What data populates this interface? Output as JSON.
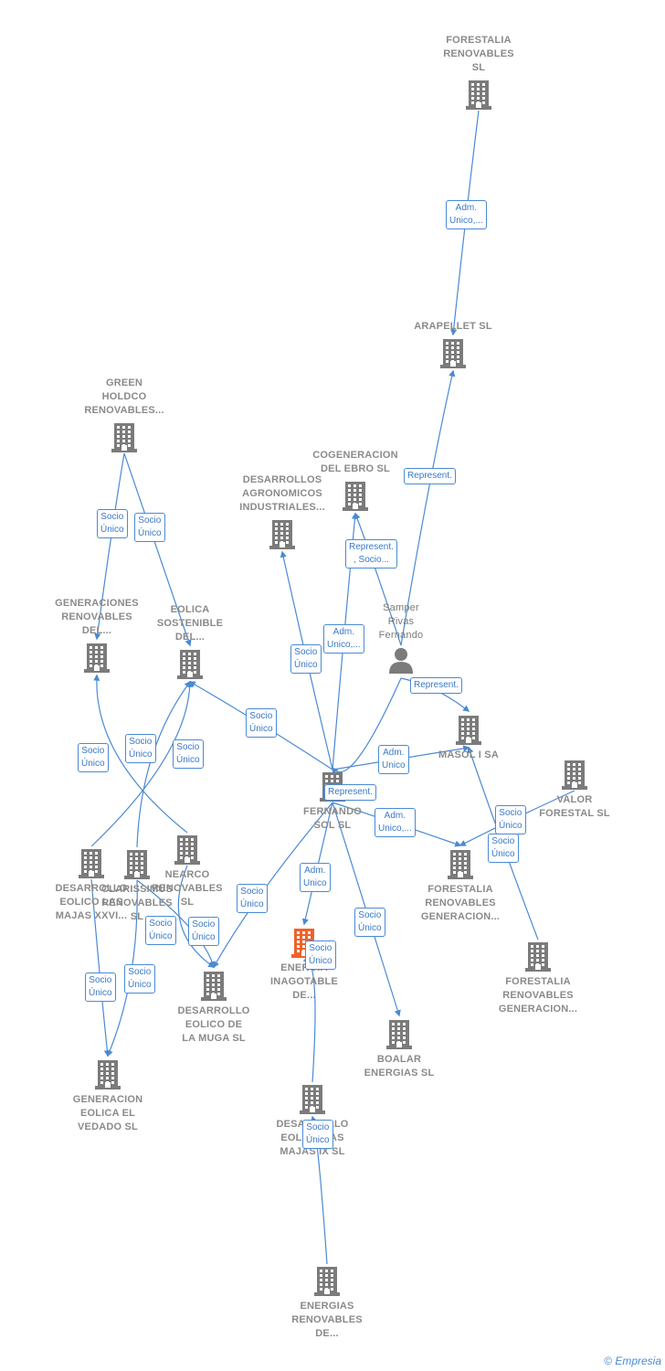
{
  "nodes": [
    {
      "id": "forestalia_renovables",
      "label": "FORESTALIA\nRENOVABLES\nSL",
      "type": "company"
    },
    {
      "id": "arapellet",
      "label": "ARAPELLET  SL",
      "type": "company"
    },
    {
      "id": "green_holdco",
      "label": "GREEN\nHOLDCO\nRENOVABLES...",
      "type": "company"
    },
    {
      "id": "cogeneracion_ebro",
      "label": "COGENERACION\nDEL EBRO  SL",
      "type": "company"
    },
    {
      "id": "desarrollos_agronomicos",
      "label": "DESARROLLOS\nAGRONOMICOS\nINDUSTRIALES...",
      "type": "company"
    },
    {
      "id": "generaciones_renovables",
      "label": "GENERACIONES\nRENOVABLES\nDEL...",
      "type": "company"
    },
    {
      "id": "eolica_sostenible",
      "label": "EOLICA\nSOSTENIBLE\nDEL...",
      "type": "company"
    },
    {
      "id": "samper",
      "label": "Samper\nRivas\nFernando",
      "type": "person"
    },
    {
      "id": "masol",
      "label": "MASOL I SA",
      "type": "company"
    },
    {
      "id": "valor_forestal",
      "label": "VALOR\nFORESTAL SL",
      "type": "company"
    },
    {
      "id": "fernando_sol",
      "label": "FERNANDO\nSOL SL",
      "type": "company"
    },
    {
      "id": "forestalia_generacion_1",
      "label": "FORESTALIA\nRENOVABLES\nGENERACION...",
      "type": "company"
    },
    {
      "id": "desarrollo_eolico_majas_xxvi",
      "label": "DESARROLLO\nEOLICO LAS\nMAJAS XXVI...",
      "type": "company"
    },
    {
      "id": "clarissimus",
      "label": "CLARISSIMUS\nRENOVABLES\nSL",
      "type": "company"
    },
    {
      "id": "nearco",
      "label": "NEARCO\nRENOVABLES\nSL",
      "type": "company"
    },
    {
      "id": "energia_inagotable",
      "label": "ENERGIA\nINAGOTABLE\nDE...",
      "type": "company-main"
    },
    {
      "id": "forestalia_generacion_2",
      "label": "FORESTALIA\nRENOVABLES\nGENERACION...",
      "type": "company"
    },
    {
      "id": "desarrollo_eolico_muga",
      "label": "DESARROLLO\nEOLICO DE\nLA MUGA SL",
      "type": "company"
    },
    {
      "id": "boalar",
      "label": "BOALAR\nENERGIAS  SL",
      "type": "company"
    },
    {
      "id": "generacion_eolica_vedado",
      "label": "GENERACION\nEOLICA EL\nVEDADO SL",
      "type": "company"
    },
    {
      "id": "desarrollo_eolico_majas_ix",
      "label": "DESARROLLO\nEOLICO LAS\nMAJAS IX  SL",
      "type": "company"
    },
    {
      "id": "energias_renovables_de",
      "label": "ENERGIAS\nRENOVABLES\nDE...",
      "type": "company"
    }
  ],
  "edges": [
    {
      "from": "forestalia_renovables",
      "to": "arapellet",
      "label": "Adm.\nUnico,..."
    },
    {
      "from": "samper",
      "to": "arapellet",
      "label": "Represent."
    },
    {
      "from": "green_holdco",
      "to": "generaciones_renovables",
      "label": "Socio\nÚnico"
    },
    {
      "from": "green_holdco",
      "to": "eolica_sostenible",
      "label": "Socio\nÚnico"
    },
    {
      "from": "samper",
      "to": "cogeneracion_ebro",
      "label": "Represent.\n, Socio..."
    },
    {
      "from": "fernando_sol",
      "to": "cogeneracion_ebro",
      "label": "Adm.\nUnico,..."
    },
    {
      "from": "fernando_sol",
      "to": "desarrollos_agronomicos",
      "label": "Socio\nÚnico"
    },
    {
      "from": "fernando_sol",
      "to": "eolica_sostenible",
      "label": "Socio\nÚnico"
    },
    {
      "from": "samper",
      "to": "masol",
      "label": "Represent."
    },
    {
      "from": "fernando_sol",
      "to": "masol",
      "label": "Adm.\nUnico"
    },
    {
      "from": "samper",
      "to": "fernando_sol",
      "label": "Represent."
    },
    {
      "from": "fernando_sol",
      "to": "forestalia_generacion_1",
      "label": "Adm.\nUnico,..."
    },
    {
      "from": "valor_forestal",
      "to": "forestalia_generacion_1",
      "label": "Socio\nÚnico"
    },
    {
      "from": "forestalia_generacion_2",
      "to": "masol",
      "label": "Socio\nÚnico"
    },
    {
      "from": "fernando_sol",
      "to": "energia_inagotable",
      "label": "Adm.\nUnico"
    },
    {
      "from": "fernando_sol",
      "to": "boalar",
      "label": "Socio\nÚnico"
    },
    {
      "from": "fernando_sol",
      "to": "desarrollo_eolico_muga",
      "label": "Socio\nÚnico"
    },
    {
      "from": "nearco",
      "to": "desarrollo_eolico_muga",
      "label": "Socio\nÚnico"
    },
    {
      "from": "desarrollo_eolico_majas_ix",
      "to": "energia_inagotable",
      "label": "Socio\nÚnico"
    },
    {
      "from": "energias_renovables_de",
      "to": "desarrollo_eolico_majas_ix",
      "label": "Socio\nÚnico"
    },
    {
      "from": "desarrollo_eolico_majas_xxvi",
      "to": "generacion_eolica_vedado",
      "label": "Socio\nÚnico"
    },
    {
      "from": "clarissimus",
      "to": "generacion_eolica_vedado",
      "label": "Socio\nÚnico"
    },
    {
      "from": "nearco",
      "to": "generaciones_renovables",
      "label": "Socio\nÚnico"
    },
    {
      "from": "clarissimus",
      "to": "eolica_sostenible",
      "label": "Socio\nÚnico"
    },
    {
      "from": "desarrollo_eolico_majas_xxvi",
      "to": "eolica_sostenible",
      "label": "Socio\nÚnico"
    },
    {
      "from": "clarissimus",
      "to": "desarrollo_eolico_muga",
      "label": "Socio\nÚnico"
    }
  ],
  "footer": {
    "copyright": "©",
    "brand": "Empresia"
  },
  "colors": {
    "node": "#7b7b7b",
    "main_node": "#f0622a",
    "edge": "#4a8ad4"
  }
}
